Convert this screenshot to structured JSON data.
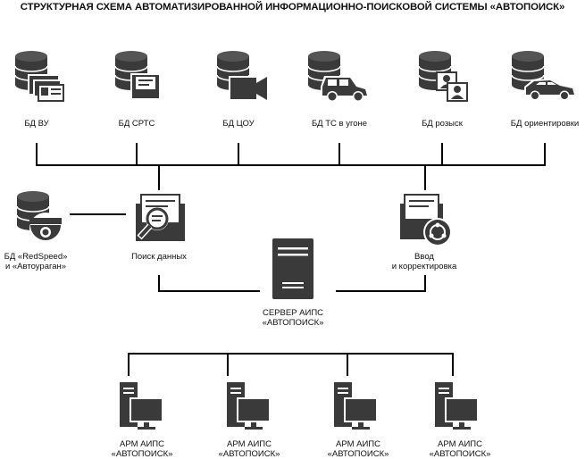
{
  "title": "СТРУКТУРНАЯ СХЕМА АВТОМАТИЗИРОВАННОЙ ИНФОРМАЦИОННО-ПОИСКОВОЙ СИСТЕМЫ «АВТОПОИСК»",
  "databases": [
    {
      "label": "БД ВУ",
      "icon": "database-cards-icon"
    },
    {
      "label": "БД СРТС",
      "icon": "database-document-icon"
    },
    {
      "label": "БД ЦОУ",
      "icon": "database-camera-icon"
    },
    {
      "label": "БД ТС в угоне",
      "icon": "database-suv-icon"
    },
    {
      "label": "БД розыск",
      "icon": "database-persons-icon"
    },
    {
      "label": "БД ориентировки",
      "icon": "database-car-icon"
    }
  ],
  "redspeed": {
    "line1": "БД «RedSpeed»",
    "line2": "и «Автоураган»",
    "icon": "database-dome-camera-icon"
  },
  "search": {
    "label": "Поиск данных",
    "icon": "data-search-icon"
  },
  "input": {
    "line1": "Ввод",
    "line2": "и корректировка",
    "icon": "data-input-icon"
  },
  "server": {
    "line1": "СЕРВЕР АИПС",
    "line2": "«АВТОПОИСК»",
    "icon": "server-icon"
  },
  "workstations": [
    {
      "line1": "АРМ АИПС",
      "line2": "«АВТОПОИСК»"
    },
    {
      "line1": "АРМ АИПС",
      "line2": "«АВТОПОИСК»"
    },
    {
      "line1": "АРМ АИПС",
      "line2": "«АВТОПОИСК»"
    },
    {
      "line1": "АРМ АИПС",
      "line2": "«АВТОПОИСК»"
    }
  ],
  "colors": {
    "icon": "#3a3a3a",
    "line": "#000000",
    "paper": "#ffffff"
  }
}
